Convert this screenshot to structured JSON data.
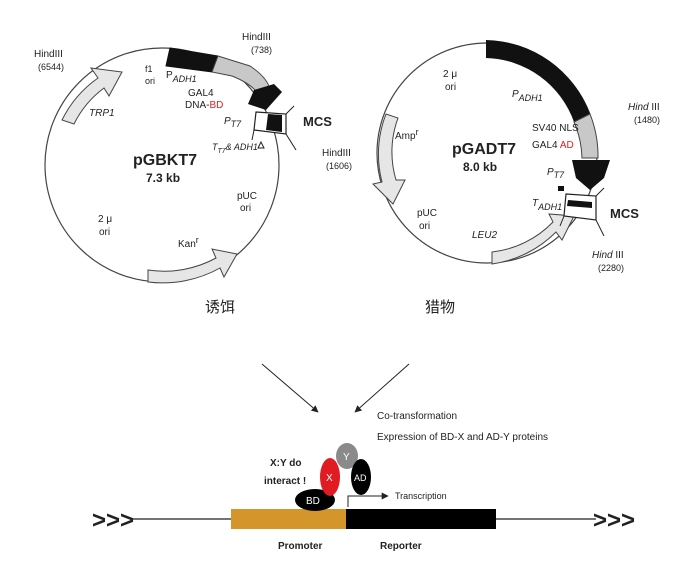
{
  "bait_plasmid": {
    "name": "pGBKT7",
    "size": "7.3 kb",
    "labels": {
      "hindiii_left": "HindIII",
      "hindiii_left_pos": "(6544)",
      "hindiii_top": "HindIII",
      "hindiii_top_pos": "(738)",
      "hindiii_right": "HindIII",
      "hindiii_right_pos": "(1606)",
      "f1": "f1",
      "f1_ori": "ori",
      "padh1": "P",
      "padh1_sub": "ADH1",
      "gal4": "GAL4",
      "dna": "DNA-",
      "bd": "BD",
      "pt7": "P",
      "pt7_sub": "T7",
      "tt7": "T",
      "tt7_sub": "T7",
      "tt7_amp": "& ",
      "tt7_adh1": "ADH1",
      "mcs": "MCS",
      "trp1": "TRP1",
      "puc": "pUC",
      "puc_ori": "ori",
      "two_micron": "2 μ",
      "two_micron_ori": "ori",
      "kan": "Kan",
      "kan_sup": "r"
    },
    "caption": "诱饵"
  },
  "prey_plasmid": {
    "name": "pGADT7",
    "size": "8.0 kb",
    "labels": {
      "two_micron": "2 μ",
      "two_micron_ori": "ori",
      "padh1": "P",
      "padh1_sub": "ADH1",
      "hind_italic": "Hind",
      "hind_roman": " III",
      "hind_top_pos": "(1480)",
      "sv40": "SV40 NLS",
      "gal4": "GAL4 ",
      "ad": "AD",
      "pt7": "P",
      "pt7_sub": "T7",
      "amp": "Amp",
      "amp_sup": "r",
      "tadh1": "T",
      "tadh1_sub": "ADH1",
      "mcs": "MCS",
      "puc": "pUC",
      "puc_ori": "ori",
      "leu2": "LEU2",
      "hind_bottom_pos": "(2280)"
    },
    "caption": "猎物"
  },
  "assay": {
    "step1": "Co-transformation",
    "step2": "Expression of BD-X and AD-Y proteins",
    "question_line1": "X:Y do",
    "question_line2": "interact !",
    "bd": "BD",
    "x": "X",
    "y": "Y",
    "ad": "AD",
    "transcription": "Transcription",
    "promoter": "Promoter",
    "reporter": "Reporter",
    "chevrons": ">>>"
  },
  "colors": {
    "red": "#e11b22",
    "promoter": "#d4962a",
    "reporter": "#000000",
    "gray_protein": "#8a8a8a",
    "light_arrow": "#e6e6e6",
    "gray_arrow": "#c8c8c8"
  }
}
